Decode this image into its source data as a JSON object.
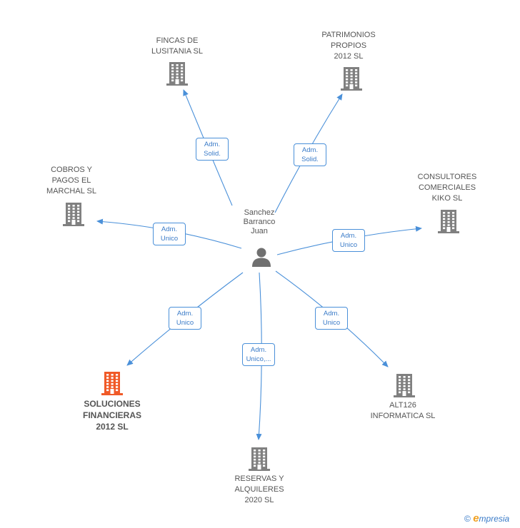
{
  "center": {
    "name": [
      "Sanchez",
      "Barranco",
      "Juan"
    ]
  },
  "companies": [
    {
      "id": "fincas",
      "lines": [
        "FINCAS DE",
        "LUSITANIA SL"
      ],
      "color": "#808080",
      "highlight": false
    },
    {
      "id": "patrimonios",
      "lines": [
        "PATRIMONIOS",
        "PROPIOS",
        "2012 SL"
      ],
      "color": "#808080",
      "highlight": false
    },
    {
      "id": "cobros",
      "lines": [
        "COBROS Y",
        "PAGOS EL",
        "MARCHAL SL"
      ],
      "color": "#808080",
      "highlight": false
    },
    {
      "id": "consultores",
      "lines": [
        "CONSULTORES",
        "COMERCIALES",
        "KIKO SL"
      ],
      "color": "#808080",
      "highlight": false
    },
    {
      "id": "soluciones",
      "lines": [
        "SOLUCIONES",
        "FINANCIERAS",
        "2012 SL"
      ],
      "color": "#f05a28",
      "highlight": true
    },
    {
      "id": "alt126",
      "lines": [
        "ALT126",
        "INFORMATICA SL"
      ],
      "color": "#808080",
      "highlight": false
    },
    {
      "id": "reservas",
      "lines": [
        "RESERVAS Y",
        "ALQUILERES",
        "2020  SL"
      ],
      "color": "#808080",
      "highlight": false
    }
  ],
  "relations": [
    {
      "to": "fincas",
      "lines": [
        "Adm.",
        "Solid."
      ]
    },
    {
      "to": "patrimonios",
      "lines": [
        "Adm.",
        "Solid."
      ]
    },
    {
      "to": "cobros",
      "lines": [
        "Adm.",
        "Unico"
      ]
    },
    {
      "to": "consultores",
      "lines": [
        "Adm.",
        "Unico"
      ]
    },
    {
      "to": "soluciones",
      "lines": [
        "Adm.",
        "Unico"
      ]
    },
    {
      "to": "alt126",
      "lines": [
        "Adm.",
        "Unico"
      ]
    },
    {
      "to": "reservas",
      "lines": [
        "Adm.",
        "Unico,..."
      ]
    }
  ],
  "footer": {
    "copyright": "©",
    "brand_initial": "e",
    "brand_rest": "mpresia"
  },
  "colors": {
    "edge": "#4a90d9",
    "building": "#808080",
    "highlight": "#f05a28",
    "person": "#707070"
  }
}
